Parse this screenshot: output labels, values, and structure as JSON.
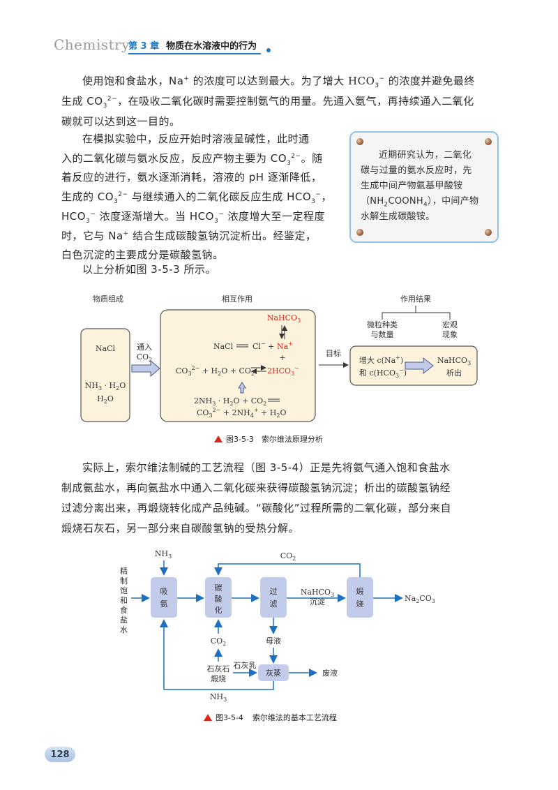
{
  "header": {
    "brand": "Chemistry",
    "chapter_no": "第 3 章",
    "chapter_title": "物质在水溶液中的行为"
  },
  "para1": {
    "l1a": "使用饱和食盐水，Na",
    "l1b": " 的浓度可以达到最大。为了增大 HCO",
    "l1c": " 的浓度并避免最终",
    "l2a": "生成 CO",
    "l2b": "，在吸收二氧化碳时需要控制氨气的用量。先通入氨气，再持续通入二氧化",
    "l3": "碳就可以达到这一目的。"
  },
  "para2": {
    "l1": "在模拟实验中，反应开始时溶液呈碱性，此时通",
    "l2a": "入的二氧化碳与氨水反应，反应产物主要为 CO",
    "l2b": "。随",
    "l3": "着反应的进行，氨水逐渐消耗，溶液的 pH 逐渐降低，",
    "l4a": "生成的 CO",
    "l4b": " 与继续通入的二氧化碳反应生成 HCO",
    "l4c": "，",
    "l5a": "HCO",
    "l5b": " 浓度逐渐增大。当 HCO",
    "l5c": " 浓度增大至一定程度",
    "l6a": "时，它与 Na",
    "l6b": " 结合生成碳酸氢钠沉淀析出。经鉴定，",
    "l7": "白色沉淀的主要成分是碳酸氢钠。"
  },
  "para3": "以上分析如图 3-5-3 所示。",
  "note": {
    "l1": "近期研究认为，二氧化",
    "l2": "碳与过量的氨水反应时，先",
    "l3": "生成中间产物氨基甲酸铵",
    "l4a": "（NH",
    "l4b": "COONH",
    "l4c": "），中间产物",
    "l5": "水解生成碳酸铵。"
  },
  "fig1": {
    "h_left": "物质组成",
    "h_mid": "相互作用",
    "h_right": "作用结果",
    "left_nacl": "NaCl",
    "left_nh3": "NH",
    "left_nh3b": " · H",
    "left_nh3c": "O",
    "left_h2o": "H",
    "left_h2ob": "O",
    "arrow1a": "通入",
    "arrow1b": "CO",
    "top_nahco3": "NaHCO",
    "eq1a": "NaCl",
    "eq1b": "Cl",
    "eq1c": " + ",
    "eq1d": "Na",
    "plus": "+",
    "eq2a": "CO",
    "eq2b": " + H",
    "eq2c": "O + CO",
    "eq2d": "2HCO",
    "eq3a": "2NH",
    "eq3b": " · H",
    "eq3c": "O + CO",
    "eq4a": "CO",
    "eq4b": " + 2NH",
    "eq4c": " + H",
    "eq4d": "O",
    "target": "目标",
    "r_left1": "微粒种类",
    "r_left2": "与数量",
    "r_right1": "宏观",
    "r_right2": "现象",
    "box1a": "增大 c(Na",
    "box1b": ")",
    "box1c": "和 c(HCO",
    "box1d": ")",
    "box2a": "NaHCO",
    "box2b": "析出",
    "caption_no": "图3-5-3",
    "caption": "索尔维法原理分析"
  },
  "para4": {
    "l1": "实际上，索尔维法制碱的工艺流程（图 3-5-4）正是先将氨气通入饱和食盐水",
    "l2": "制成氨盐水，再向氨盐水中通入二氧化碳来获得碳酸氢钠沉淀；析出的碳酸氢钠经",
    "l3": "过滤分离出来，再煅烧转化成产品纯碱。“碳酸化”过程所需的二氧化碳，部分来自",
    "l4": "煅烧石灰石，另一部分来自碳酸氢钠的受热分解。"
  },
  "fig2": {
    "input": "精制饱和食盐水",
    "nh3_top": "NH",
    "co2_top": "CO",
    "b1": "吸氨",
    "b2": "碳酸化",
    "b3": "过滤",
    "b4": "煅烧",
    "nahco3": "NaHCO",
    "chendian": "沉淀",
    "na2co3": "Na",
    "na2co3b": "CO",
    "co2_mid": "CO",
    "muye": "母液",
    "shihuishi": "石灰石",
    "duanshao": "煅烧",
    "shihuiru": "石灰乳",
    "huizheng": "灰蒸",
    "feiye": "废液",
    "nh3_bot": "NH",
    "caption_no": "图3-5-4",
    "caption": "索尔维法的基本工艺流程"
  },
  "page_number": "128",
  "colors": {
    "accent": "#1f78c1",
    "box_fill": "#fdf3dc",
    "box_stroke": "#555555",
    "flow_box": "#c3cbea",
    "arrow_blue": "#1f6fc1",
    "caption_tri": "#d9261c"
  }
}
